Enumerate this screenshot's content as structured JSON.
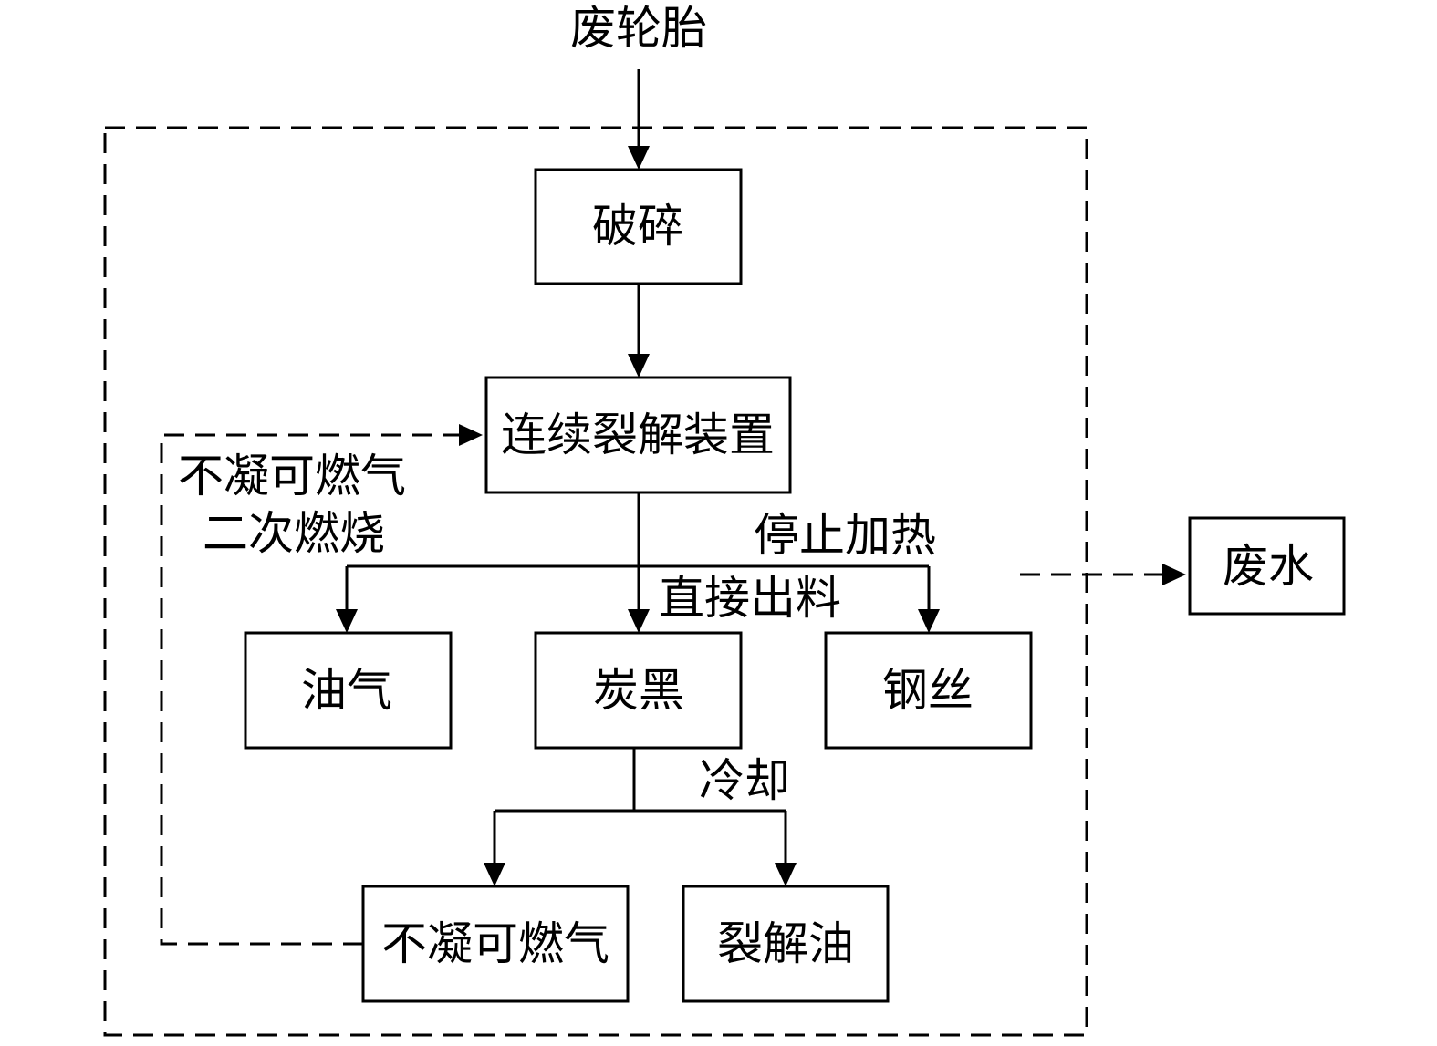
{
  "nodes": {
    "input": "废轮胎",
    "crushing": "破碎",
    "pyrolysis_unit": "连续裂解装置",
    "oil_gas": "油气",
    "carbon_black": "炭黑",
    "steel_wire": "钢丝",
    "noncondensable_gas": "不凝可燃气",
    "pyrolysis_oil": "裂解油",
    "wastewater": "废水"
  },
  "edge_labels": {
    "recycle_line1": "不凝可燃气",
    "recycle_line2": "二次燃烧",
    "stop_heating": "停止加热",
    "direct_discharge": "直接出料",
    "cooling": "冷却"
  },
  "colors": {
    "stroke": "#000000",
    "background": "#ffffff"
  }
}
